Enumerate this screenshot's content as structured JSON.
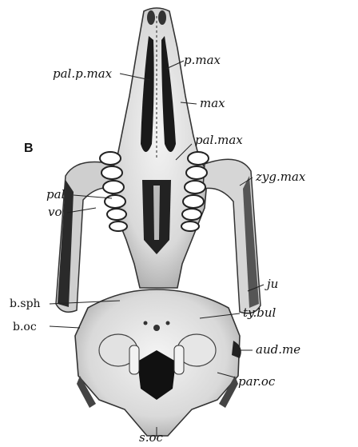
{
  "panel_label": "B",
  "labels": {
    "pal_p_max": "pal.p.max",
    "p_max": "p.max",
    "max": "max",
    "pal_max": "pal.max",
    "zyg_max": "zyg.max",
    "pal": "pal",
    "vo": "vo",
    "ju": "ju",
    "b_sph": "b.sph",
    "ty_bul": "ty.bul",
    "b_oc": "b.oc",
    "aud_me": "aud.me",
    "par_oc": "par.oc",
    "s_oc": "s.oc"
  }
}
